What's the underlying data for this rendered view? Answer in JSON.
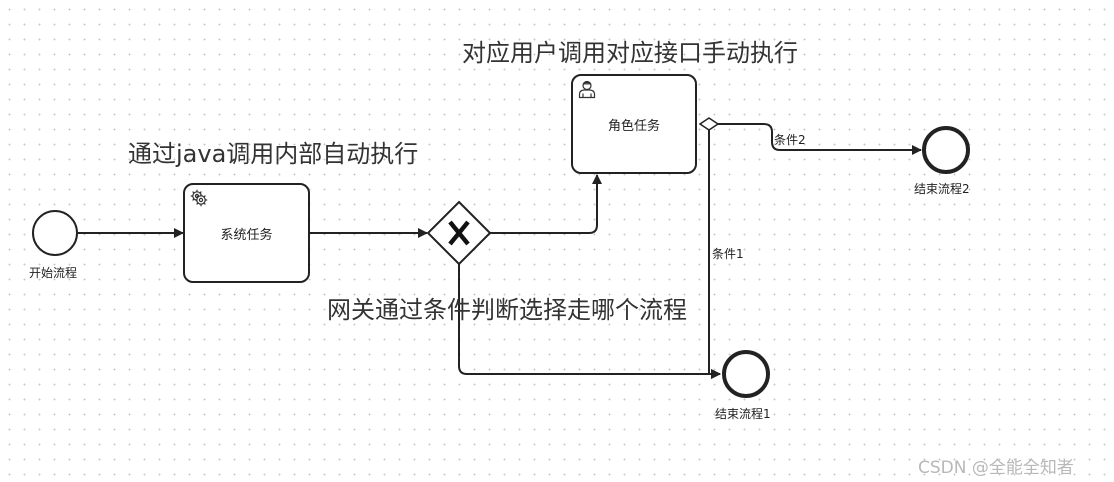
{
  "annotations": {
    "user_task_note": "对应用户调用对应接口手动执行",
    "service_task_note": "通过java调用内部自动执行",
    "gateway_note": "网关通过条件判断选择走哪个流程"
  },
  "nodes": {
    "start_event": "开始流程",
    "service_task": "系统任务",
    "user_task": "角色任务",
    "end_event_2": "结束流程2",
    "end_event_1": "结束流程1"
  },
  "edges": {
    "condition_2": "条件2",
    "condition_1": "条件1"
  },
  "watermark": "CSDN @全能全知者",
  "icons": {
    "gateway": "exclusive-gateway-x",
    "service_task": "gear-icon",
    "user_task": "user-icon"
  }
}
